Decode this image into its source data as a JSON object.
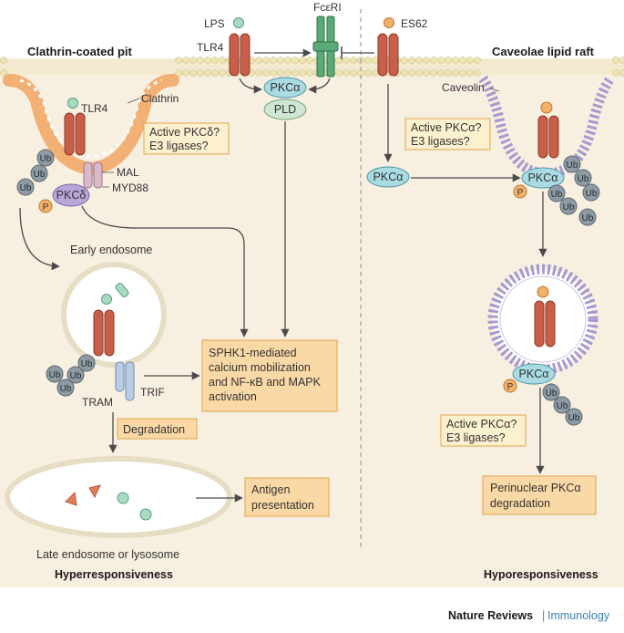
{
  "colors": {
    "cytoplasm": "#f7efe0",
    "membrane_head": "#eee3b2",
    "receptor": "#c95f48",
    "pkc_blue": "#a9dbe3",
    "pkc_delta": "#b9a6d8",
    "clathrin": "#f2a460",
    "caveolin": "#a79ad1",
    "ub": "#8f9ba4",
    "fceri": "#5aaa78",
    "box_fill": "#fbd9a6",
    "box_stroke": "#e0a44a",
    "dashed": "#9aa0a6"
  },
  "labels": {
    "clathrin_pit": "Clathrin-coated pit",
    "caveolae_raft": "Caveolae lipid raft",
    "lps": "LPS",
    "tlr4_top": "TLR4",
    "fceri": "FcεRI",
    "es62": "ES62",
    "tlr4_pit": "TLR4",
    "clathrin": "Clathrin",
    "mal": "MAL",
    "myd88": "MYD88",
    "caveolin": "Caveolin",
    "early_endosome": "Early endosome",
    "tram": "TRAM",
    "trif": "TRIF",
    "late_endosome": "Late endosome or lysosome",
    "hyper": "Hyperresponsiveness",
    "hypo": "Hyporesponsiveness",
    "journal": "Nature Reviews",
    "journal_section": "Immunology"
  },
  "nodes": {
    "pkc_alpha": "PKCα",
    "pld": "PLD",
    "pkc_delta": "PKCδ",
    "p": "P",
    "ub": "Ub"
  },
  "boxes": {
    "active_delta_1": "Active PKCδ?",
    "active_delta_2": "E3 ligases?",
    "active_alpha_1": "Active PKCα?",
    "active_alpha_2": "E3 ligases?",
    "sphk1_1": "SPHK1-mediated",
    "sphk1_2": "calcium mobilization",
    "sphk1_3": "and NF-κB and MAPK",
    "sphk1_4": "activation",
    "degradation": "Degradation",
    "antigen_1": "Antigen",
    "antigen_2": "presentation",
    "active_alpha_b1": "Active PKCα?",
    "active_alpha_b2": "E3 ligases?",
    "perinuclear_1": "Perinuclear PKCα",
    "perinuclear_2": "degradation"
  }
}
